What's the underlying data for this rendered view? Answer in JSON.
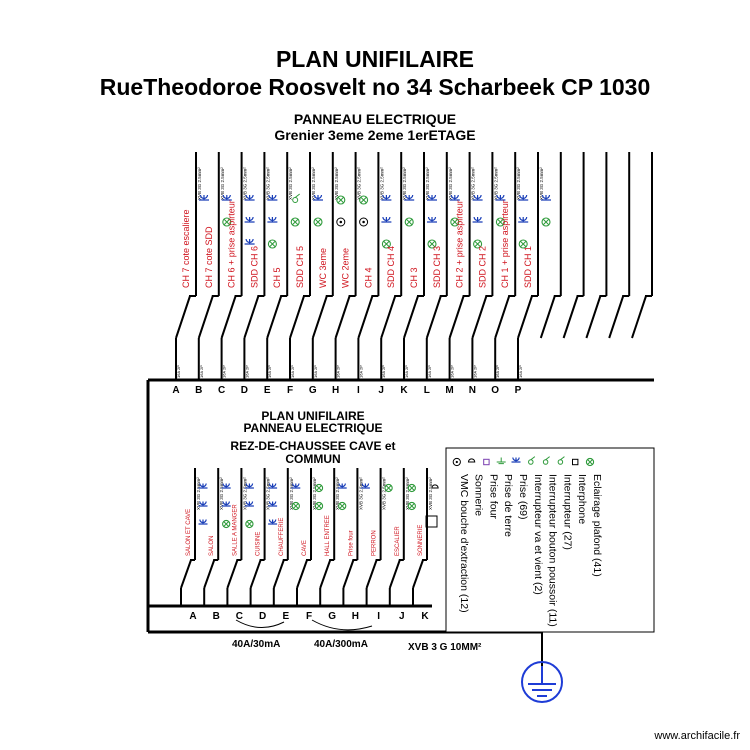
{
  "title": {
    "line1": "PLAN UNIFILAIRE",
    "line2": "RueTheodoroe Roosvelt no 34 Scharbeek CP 1030"
  },
  "upper_panel": {
    "heading1": "PANNEAU ELECTRIQUE",
    "heading2": "Grenier 3eme 2eme 1erETAGE",
    "cable_label": "XVB 3G 2.5mm²",
    "breaker_label": "16A 2P",
    "circuits": [
      {
        "letter": "A",
        "label": "CH 7 cote escaliere",
        "symbols": [
          "socket"
        ]
      },
      {
        "letter": "B",
        "label": "CH 7 cote SDD",
        "symbols": [
          "socket",
          "lamp"
        ]
      },
      {
        "letter": "C",
        "label": "CH 6 + prise aspirteur",
        "symbols": [
          "socket",
          "socket",
          "socket"
        ]
      },
      {
        "letter": "D",
        "label": "SDD CH 6",
        "symbols": [
          "socket",
          "socket",
          "lamp"
        ]
      },
      {
        "letter": "E",
        "label": "CH 5",
        "symbols": [
          "switch",
          "lamp"
        ]
      },
      {
        "letter": "F",
        "label": "SDD CH 5",
        "symbols": [
          "socket",
          "lamp"
        ]
      },
      {
        "letter": "G",
        "label": "WC 3eme",
        "symbols": [
          "lamp",
          "vmc"
        ]
      },
      {
        "letter": "H",
        "label": "WC 2eme",
        "symbols": [
          "lamp",
          "vmc"
        ]
      },
      {
        "letter": "I",
        "label": "CH 4",
        "symbols": [
          "socket",
          "socket",
          "lamp"
        ]
      },
      {
        "letter": "J",
        "label": "SDD CH 4",
        "symbols": [
          "socket",
          "lamp"
        ]
      },
      {
        "letter": "K",
        "label": "CH 3",
        "symbols": [
          "socket",
          "socket",
          "lamp"
        ]
      },
      {
        "letter": "L",
        "label": "SDD CH 3",
        "symbols": [
          "socket",
          "lamp"
        ]
      },
      {
        "letter": "M",
        "label": "CH 2 + prise aspirteur",
        "symbols": [
          "socket",
          "socket",
          "lamp"
        ]
      },
      {
        "letter": "N",
        "label": "SDD CH 2",
        "symbols": [
          "socket",
          "lamp"
        ]
      },
      {
        "letter": "O",
        "label": "CH 1 + prise aspirteur",
        "symbols": [
          "socket",
          "socket",
          "lamp"
        ]
      },
      {
        "letter": "P",
        "label": "SDD CH 1",
        "symbols": [
          "socket",
          "lamp"
        ]
      },
      {
        "letter": "",
        "label": "",
        "symbols": []
      },
      {
        "letter": "",
        "label": "",
        "symbols": []
      },
      {
        "letter": "",
        "label": "",
        "symbols": []
      },
      {
        "letter": "",
        "label": "",
        "symbols": []
      },
      {
        "letter": "",
        "label": "",
        "symbols": []
      }
    ]
  },
  "lower_panel": {
    "heading1": "PLAN UNIFILAIRE",
    "heading2": "PANNEAU ELECTRIQUE",
    "heading3": "REZ-DE-CHAUSSEE CAVE et",
    "heading4": "COMMUN",
    "cable_label": "XVB 3G 2.5mm²",
    "circuits": [
      {
        "letter": "A",
        "label": "SALON ET CAVE",
        "symbols": [
          "socket",
          "socket",
          "socket"
        ]
      },
      {
        "letter": "B",
        "label": "SALON",
        "symbols": [
          "socket",
          "socket",
          "lamp"
        ]
      },
      {
        "letter": "C",
        "label": "SALLE A MANGER",
        "symbols": [
          "socket",
          "socket",
          "lamp"
        ]
      },
      {
        "letter": "D",
        "label": "CUISINE",
        "symbols": [
          "socket",
          "socket",
          "socket"
        ]
      },
      {
        "letter": "E",
        "label": "CHAUFFERIE",
        "symbols": [
          "socket",
          "lamp"
        ]
      },
      {
        "letter": "F",
        "label": "CAVE",
        "symbols": [
          "lamp",
          "lamp"
        ]
      },
      {
        "letter": "G",
        "label": "HALL ENTREE",
        "symbols": [
          "socket",
          "lamp"
        ]
      },
      {
        "letter": "H",
        "label": "Prise four",
        "symbols": [
          "socket"
        ]
      },
      {
        "letter": "I",
        "label": "PERRON",
        "symbols": [
          "lamp"
        ]
      },
      {
        "letter": "J",
        "label": "ESCALIER",
        "symbols": [
          "lamp",
          "lamp"
        ]
      },
      {
        "letter": "K",
        "label": "SONNERIE",
        "symbols": [
          "bell"
        ]
      }
    ],
    "differential_1": "40A/30mA",
    "differential_2": "40A/300mA",
    "earth_cable": "XVB 3 G 10MM²"
  },
  "legend": {
    "items": [
      {
        "symbol": "lamp",
        "text": "Eclairage plafond (41)"
      },
      {
        "symbol": "phone",
        "text": "Interphone"
      },
      {
        "symbol": "switch",
        "text": "Interrupteur (27)"
      },
      {
        "symbol": "push",
        "text": "Interrupteur bouton poussoir (11)"
      },
      {
        "symbol": "twoway",
        "text": "Interrupteur va et vient (2)"
      },
      {
        "symbol": "socket",
        "text": "Prise (69)"
      },
      {
        "symbol": "earth",
        "text": "Prise de terre"
      },
      {
        "symbol": "oven",
        "text": "Prise four"
      },
      {
        "symbol": "bell",
        "text": "Sonnerie"
      },
      {
        "symbol": "vmc",
        "text": "VMC bouche d'extraction (12)"
      }
    ]
  },
  "footer": "www.archifacile.fr",
  "colors": {
    "label_red": "#d0141e",
    "symbol_blue": "#1a3fb8",
    "symbol_green": "#2e9a3a",
    "earth_blue": "#1e3cd6",
    "line": "#000000"
  }
}
